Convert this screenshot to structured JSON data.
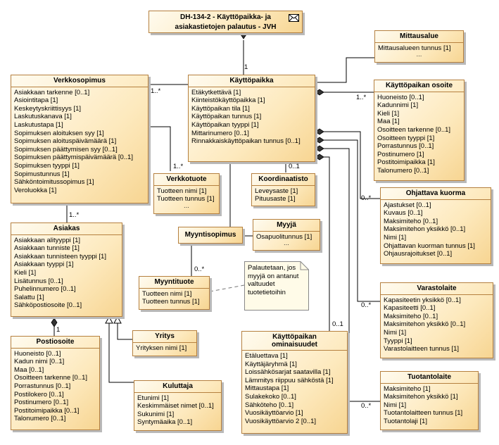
{
  "header": {
    "title_line1": "DH-134-2 - Käyttöpaikka- ja",
    "title_line2": "asiakastietojen palautus - JVH"
  },
  "classes": {
    "kayttopaikka": {
      "name": "Käyttöpaikka",
      "attrs": [
        "Etäkytkettävä [1]",
        "Kiinteistökäyttöpaikka [1]",
        "Käyttöpaikan tila [1]",
        "Käyttöpaikan tunnus [1]",
        "Käyttöpaikan tyyppi [1]",
        "Mittarinumero [0..1]",
        "Rinnakkaiskäyttöpaikan tunnus [0..1]"
      ]
    },
    "verkkosopimus": {
      "name": "Verkkosopimus",
      "attrs": [
        "Asiakkaan tarkenne [0..1]",
        "Asiointitapa [1]",
        "Keskeytyskriittisyys [1]",
        "Laskutuskanava [1]",
        "Laskutustapa [1]",
        "Sopimuksen aloituksen syy [1]",
        "Sopimuksen aloituspäivämäärä [1]",
        "Sopimuksen päättymisen syy [0..1]",
        "Sopimuksen päättymispäivämäärä [0..1]",
        "Sopimuksen tyyppi [1]",
        "Sopimustunnus [1]",
        "Sähköntoimitussopimus [1]",
        "Veroluokka [1]"
      ]
    },
    "mittausalue": {
      "name": "Mittausalue",
      "attrs": [
        "Mittausalueen tunnus [1]"
      ],
      "more": "..."
    },
    "osoite": {
      "name": "Käyttöpaikan osoite",
      "attrs": [
        "Huoneisto [0..1]",
        "Kadunnimi [1]",
        "Kieli [1]",
        "Maa [1]",
        "Osoitteen tarkenne [0..1]",
        "Osoitteen tyyppi [1]",
        "Porrastunnus [0..1]",
        "Postinumero [1]",
        "Postitoimipaikka [1]",
        "Talonumero [0..1]"
      ]
    },
    "verkkotuote": {
      "name": "Verkkotuote",
      "attrs": [
        "Tuotteen nimi [1]",
        "Tuotteen tunnus [1]"
      ],
      "more": "..."
    },
    "koordinaatisto": {
      "name": "Koordinaatisto",
      "attrs": [
        "Leveysaste [1]",
        "Pituusaste [1]"
      ]
    },
    "ohjattava": {
      "name": "Ohjattava kuorma",
      "attrs": [
        "Ajastukset [0..1]",
        "Kuvaus [0..1]",
        "Maksimiteho [0..1]",
        "Maksimitehon yksikkö [0..1]",
        "Nimi [1]",
        "Ohjattavan kuorman tunnus [1]",
        "Ohjausrajoitukset [0..1]"
      ]
    },
    "asiakas": {
      "name": "Asiakas",
      "attrs": [
        "Asiakkaan alityyppi [1]",
        "Asiakkaan tunniste [1]",
        "Asiakkaan tunnisteen tyyppi [1]",
        "Asiakkaan tyyppi [1]",
        "Kieli [1]",
        "Lisätunnus [0..1]",
        "Puhelinnumero [0..1]",
        "Salattu [1]",
        "Sähköpostiosoite [0..1]"
      ]
    },
    "myyntisopimus": {
      "name": "Myyntisopimus"
    },
    "myyja": {
      "name": "Myyjä",
      "attrs": [
        "Osapuolitunnus [1]"
      ],
      "more": "..."
    },
    "myyntituote": {
      "name": "Myyntituote",
      "attrs": [
        "Tuotteen nimi [1]",
        "Tuotteen tunnus [1]"
      ]
    },
    "varastolaite": {
      "name": "Varastolaite",
      "attrs": [
        "Kapasiteetin yksikkö [0..1]",
        "Kapasiteetti [0..1]",
        "Maksimiteho [0..1]",
        "Maksimitehon yksikkö [0..1]",
        "Nimi [1]",
        "Tyyppi [1]",
        "Varastolaitteen tunnus [1]"
      ]
    },
    "yritys": {
      "name": "Yritys",
      "attrs": [
        "Yrityksen nimi [1]"
      ]
    },
    "ominaisuudet": {
      "name_line1": "Käyttöpaikan",
      "name_line2": "ominaisuudet",
      "attrs": [
        "Etäluettava [1]",
        "Käyttäjäryhmä [1]",
        "Loissähkösarjat saatavilla [1]",
        "Lämmitys riippuu sähköstä [1]",
        "Mittaustapa [1]",
        "Sulakekoko [0..1]",
        "Sähköteho [0..1]",
        "Vuosikäyttöarvio [1]",
        "Vuosikäyttöarvio 2 [0..1]"
      ]
    },
    "postiosoite": {
      "name": "Postiosoite",
      "attrs": [
        "Huoneisto [0..1]",
        "Kadun nimi [0..1]",
        "Maa [0..1]",
        "Osoitteen tarkenne [0..1]",
        "Porrastunnus [0..1]",
        "Postilokero [0..1]",
        "Postinumero [0..1]",
        "Postitoimipaikka [0..1]",
        "Talonumero [0..1]"
      ]
    },
    "kuluttaja": {
      "name": "Kuluttaja",
      "attrs": [
        "Etunimi [1]",
        "Keskimmäiset nimet [0..1]",
        "Sukunimi [1]",
        "Syntymäaika [0..1]"
      ]
    },
    "tuotantolaite": {
      "name": "Tuotantolaite",
      "attrs": [
        "Maksimiteho [1]",
        "Maksimitehon yksikkö [1]",
        "Nimi [1]",
        "Tuotantolaitteen tunnus [1]",
        "Tuotantolaji [1]"
      ]
    }
  },
  "multiplicities": {
    "header_kayttopaikka": "1",
    "verkkosopimus_kayttopaikka": "1..*",
    "osoite_kayttopaikka": "1..*",
    "verkkotuote": "1..*",
    "koordinaatisto": "0..1",
    "ohjattava": "0..*",
    "asiakas": "1..*",
    "myyntituote": "0..*",
    "varastolaite": "0..*",
    "ominaisuudet": "0..1",
    "postiosoite": "1",
    "tuotantolaite": "0..*"
  },
  "note": "Palautetaan, jos\nmyyjä on antanut\nvaltuudet\ntuotetietoihin"
}
